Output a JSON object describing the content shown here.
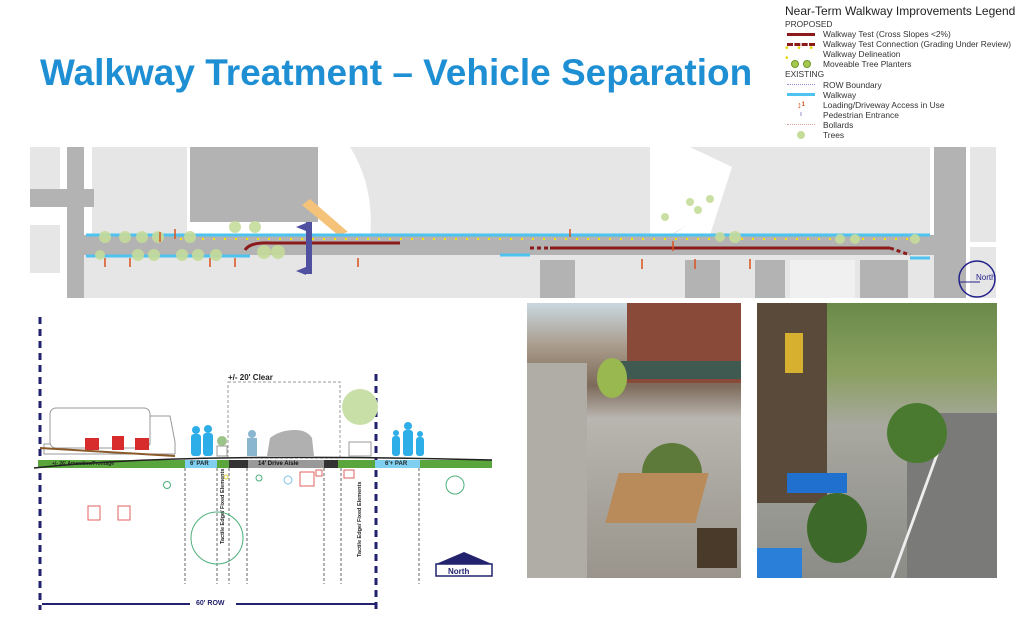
{
  "title": "Walkway Treatment – Vehicle Separation",
  "legend": {
    "title": "Near-Term Walkway Improvements Legend",
    "proposed_header": "PROPOSED",
    "proposed": [
      {
        "label": "Walkway Test (Cross Slopes <2%)",
        "color": "#8b1a1a"
      },
      {
        "label": "Walkway Test Connection (Grading Under Review)",
        "color": "#8b1a1a"
      },
      {
        "label": "Walkway Delineation",
        "color": "#f2e200"
      },
      {
        "label": "Moveable Tree Planters",
        "color": "#7fb03a"
      }
    ],
    "existing_header": "EXISTING",
    "existing": [
      {
        "label": "ROW Boundary",
        "color": "#8a8ad0"
      },
      {
        "label": "Walkway",
        "color": "#4fc3f0"
      },
      {
        "label": "Loading/Driveway Access in Use",
        "color": "#d9531e"
      },
      {
        "label": "Pedestrian Entrance",
        "color": "#5a5ab0"
      },
      {
        "label": "Bollards",
        "color": "#e0a0a0"
      },
      {
        "label": "Trees",
        "color": "#c5dc9a"
      }
    ]
  },
  "map": {
    "north_label": "North"
  },
  "cross_section": {
    "clear_label": "+/- 20' Clear",
    "amenities_label": "+/- 26' Amenities/Frontage",
    "par_left_label": "6' PAR",
    "drive_aisle_label": "14' Drive Aisle",
    "par_right_label": "6'+ PAR",
    "tactile_label_1": "Tactile Edge/ Fixed Elements",
    "tactile_label_2": "Tactile Edge/ Fixed Elements",
    "row_label": "60' ROW",
    "north_label": "North"
  }
}
